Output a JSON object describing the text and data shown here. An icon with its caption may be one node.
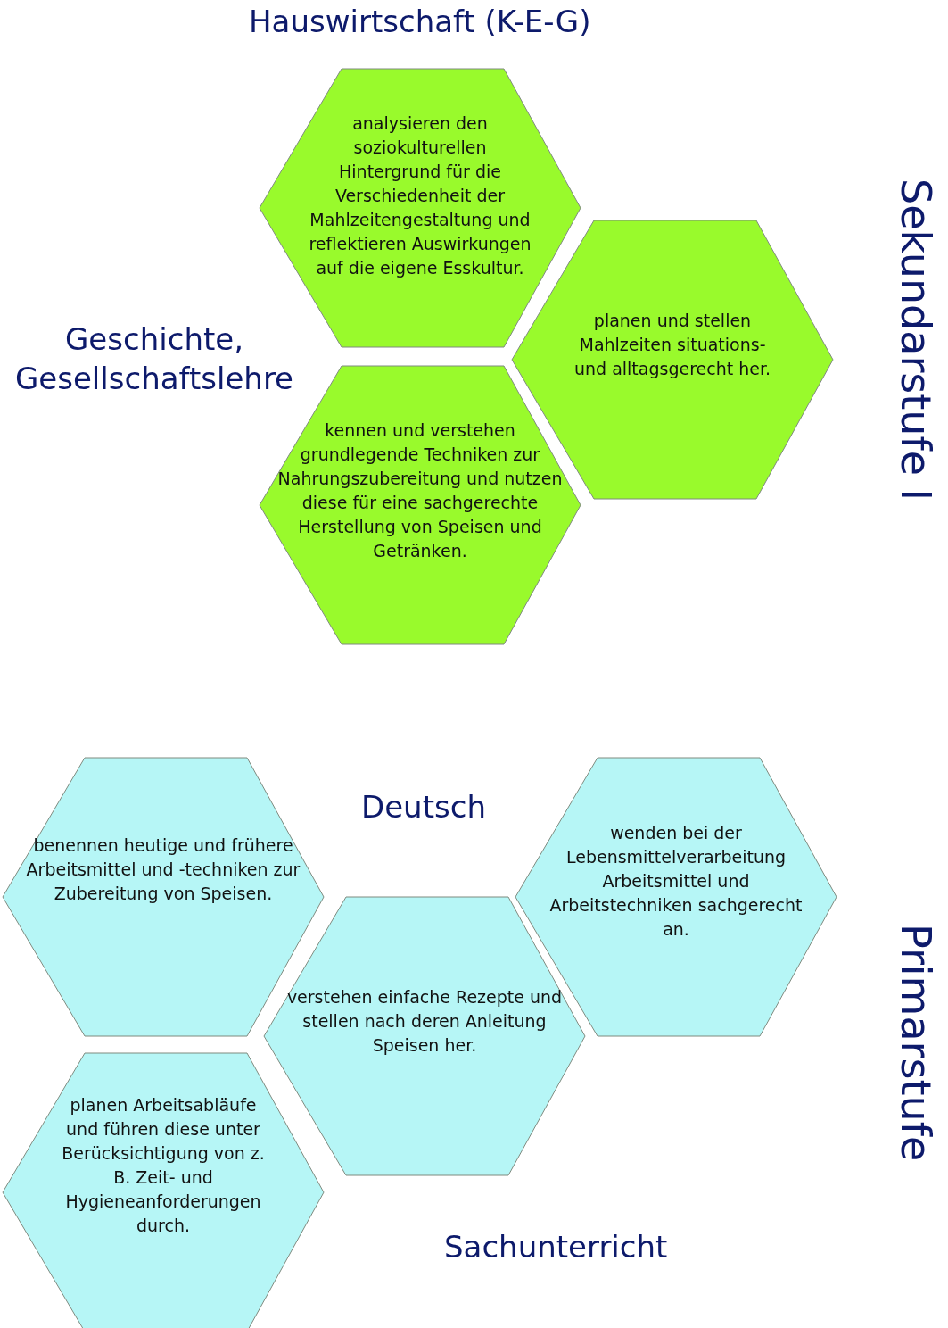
{
  "diagram": {
    "title": "Hauswirtschaft (K-E-G)",
    "nodes": [
      {
        "text": [
          "analysieren den soziokulturellen Hintergrund für die Verschiedenheit der Mahlzeitengestaltung und reflektieren Auswirkungen auf die eigene Esskultur."
        ]
      },
      {
        "text": [
          "planen und stellen Mahlzeiten situations- und alltagsgerecht her."
        ]
      },
      {
        "text": [
          "kennen und verstehen grundlegende Techniken zur Nahrungszubereitung und nutzen diese für eine sachgerechte Herstellung von Speisen und Getränken."
        ]
      },
      {
        "text": [
          "benennen heutige und frühere Arbeitsmittel und -techniken zur Zubereitung von Speisen."
        ]
      },
      {
        "text": [
          "wenden bei der Lebensmittelverarbeitung Arbeitsmittel und Arbeitstechniken sachgerecht an."
        ]
      },
      {
        "text": [
          "verstehen einfache Rezepte und stellen nach deren Anleitung Speisen her."
        ]
      },
      {
        "text": [
          "planen Arbeitsabläufe und führen diese unter Berücksichtigung von z. B. Zeit- und Hygieneanforderungen durch."
        ]
      }
    ],
    "labels": [
      "Geschichte, Gesellschaftslehre",
      "Sekundarstufe I",
      "Deutsch",
      "Primarstufe",
      "Sachunterricht"
    ]
  }
}
